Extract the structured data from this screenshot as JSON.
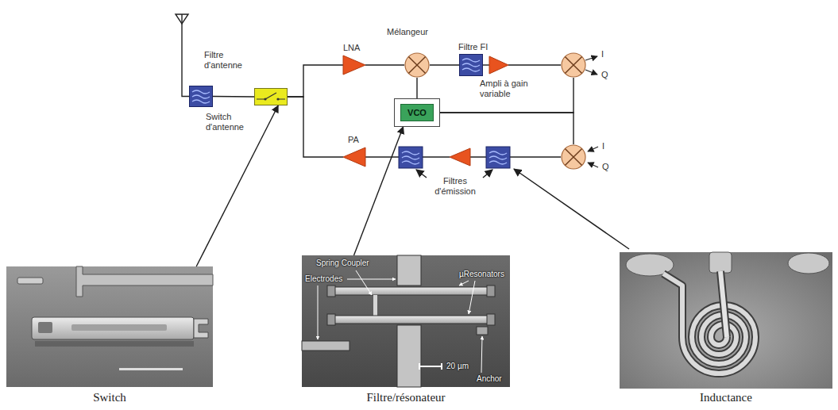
{
  "diagram": {
    "nodes": [
      {
        "text": [
          "Filtre d'antenne"
        ]
      },
      {
        "text": [
          "Switch d'antenne"
        ]
      },
      {
        "text": [
          "LNA"
        ]
      },
      {
        "text": [
          "Mélangeur"
        ]
      },
      {
        "text": [
          "Filtre FI"
        ]
      },
      {
        "text": [
          "Ampli à gain variable"
        ]
      },
      {
        "text": [
          "I",
          "Q"
        ]
      },
      {
        "text": [
          "VCO"
        ]
      },
      {
        "text": [
          "I",
          "Q"
        ]
      },
      {
        "text": [
          "PA"
        ]
      },
      {
        "text": [
          "Switch"
        ]
      },
      {
        "text": [
          "Filtre/résonateur"
        ]
      },
      {
        "text": [
          "Inductance"
        ]
      }
    ],
    "edges": [
      {
        "from": 0,
        "to": 1,
        "arrow": "none"
      },
      {
        "from": 1,
        "to": 2,
        "arrow": "none"
      },
      {
        "from": 1,
        "to": 9,
        "arrow": "none"
      },
      {
        "from": 2,
        "to": 3,
        "arrow": "none"
      },
      {
        "from": 3,
        "to": 4,
        "arrow": "none"
      },
      {
        "from": 4,
        "to": 5,
        "arrow": "none"
      },
      {
        "from": 5,
        "to": 6,
        "arrow": "none"
      },
      {
        "from": 7,
        "to": 3,
        "arrow": "none"
      },
      {
        "from": 7,
        "to": 6,
        "arrow": "none"
      },
      {
        "from": 7,
        "to": 8,
        "arrow": "none"
      },
      {
        "from": 10,
        "to": 1,
        "arrow": "to"
      },
      {
        "from": 11,
        "to": 7,
        "arrow": "to"
      }
    ],
    "labels": [
      "Filtres d'émission",
      "Spring Coupler",
      "µResonators",
      "Electrodes",
      "20 µm",
      "Anchor"
    ]
  }
}
